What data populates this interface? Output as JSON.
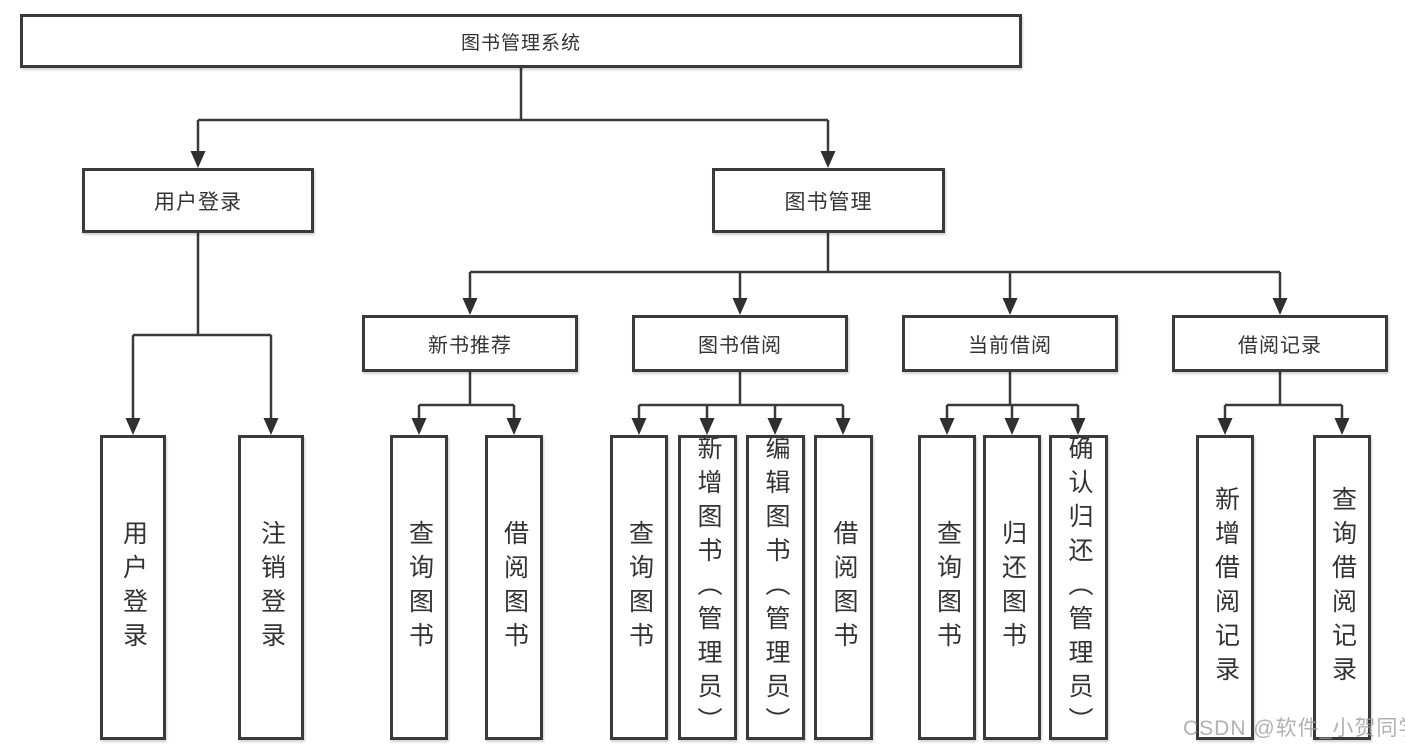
{
  "diagram_title": "图书管理系统",
  "tree": {
    "label": "图书管理系统",
    "children": [
      {
        "label": "用户登录",
        "children": [
          {
            "label": "用户登录"
          },
          {
            "label": "注销登录"
          }
        ]
      },
      {
        "label": "图书管理",
        "children": [
          {
            "label": "新书推荐",
            "children": [
              {
                "label": "查询图书"
              },
              {
                "label": "借阅图书"
              }
            ]
          },
          {
            "label": "图书借阅",
            "children": [
              {
                "label": "查询图书"
              },
              {
                "label": "新增图书（管理员）"
              },
              {
                "label": "编辑图书（管理员）"
              },
              {
                "label": "借阅图书"
              }
            ]
          },
          {
            "label": "当前借阅",
            "children": [
              {
                "label": "查询图书"
              },
              {
                "label": "归还图书"
              },
              {
                "label": "确认归还（管理员）"
              }
            ]
          },
          {
            "label": "借阅记录",
            "children": [
              {
                "label": "新增借阅记录"
              },
              {
                "label": "查询借阅记录"
              }
            ]
          }
        ]
      }
    ]
  },
  "watermark": "CSDN @软件_小贺同学",
  "colors": {
    "line": "#3a3a3a",
    "border": "#3a3a3a",
    "text": "#333333",
    "watermark": "#9e9e9e",
    "background": "#ffffff"
  }
}
